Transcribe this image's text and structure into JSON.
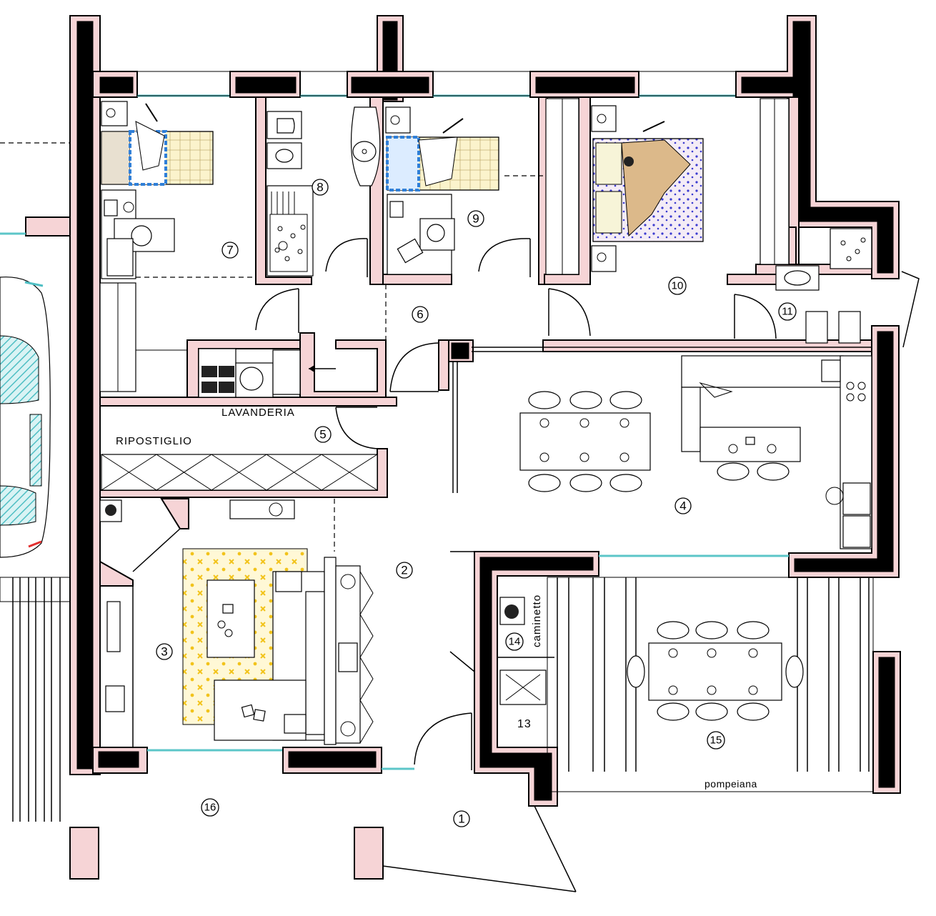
{
  "rooms": [
    {
      "id": "room-1",
      "number": "1"
    },
    {
      "id": "room-2",
      "number": "2"
    },
    {
      "id": "room-3",
      "number": "3"
    },
    {
      "id": "room-4",
      "number": "4"
    },
    {
      "id": "room-5",
      "number": "5"
    },
    {
      "id": "room-6",
      "number": "6"
    },
    {
      "id": "room-7",
      "number": "7"
    },
    {
      "id": "room-8",
      "number": "8"
    },
    {
      "id": "room-9",
      "number": "9"
    },
    {
      "id": "room-10",
      "number": "10"
    },
    {
      "id": "room-11",
      "number": "11"
    },
    {
      "id": "room-14",
      "number": "14"
    },
    {
      "id": "room-15",
      "number": "15"
    },
    {
      "id": "room-16",
      "number": "16"
    }
  ],
  "labels": {
    "lavanderia": "LAVANDERIA",
    "ripostiglio": "RIPOSTIGLIO",
    "caminetto": "caminetto",
    "room13": "13",
    "pompeiana": "pompeiana"
  },
  "colors": {
    "wall_fill": "#f6d4d6",
    "wall_core": "#000000",
    "glazing": "#5cc6c8",
    "rug": "#f2c31a",
    "bedding_blue": "#2f7fd8",
    "bedspread_dots": "#3b3bd0",
    "blanket": "#dcb98a",
    "car_glass": "#4fbfc4"
  }
}
